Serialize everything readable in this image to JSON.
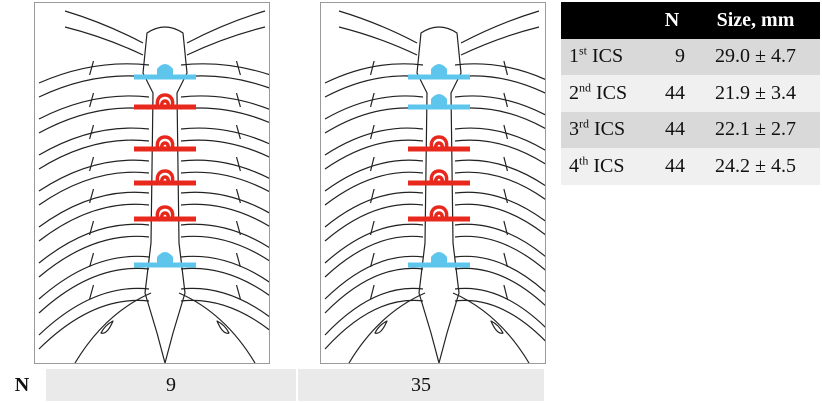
{
  "panels": [
    {
      "markers": [
        "blue",
        "red",
        "red",
        "red",
        "red",
        "blue"
      ],
      "n_value": "9"
    },
    {
      "markers": [
        "blue",
        "blue",
        "red",
        "red",
        "red",
        "blue"
      ],
      "n_value": "35"
    }
  ],
  "bottom": {
    "label": "N"
  },
  "table": {
    "headers": [
      "",
      "N",
      "Size, mm"
    ],
    "rows": [
      {
        "num": "1",
        "suffix": "st",
        "name": " ICS",
        "n": "9",
        "size": "29.0 ± 4.7"
      },
      {
        "num": "2",
        "suffix": "nd",
        "name": " ICS",
        "n": "44",
        "size": "21.9 ± 3.4"
      },
      {
        "num": "3",
        "suffix": "rd",
        "name": " ICS",
        "n": "44",
        "size": "22.1 ± 2.7"
      },
      {
        "num": "4",
        "suffix": "th",
        "name": " ICS",
        "n": "44",
        "size": "24.2 ± 4.5"
      }
    ]
  },
  "colors": {
    "red": "#e8281c",
    "blue": "#5ec6ec",
    "ink": "#222222"
  }
}
